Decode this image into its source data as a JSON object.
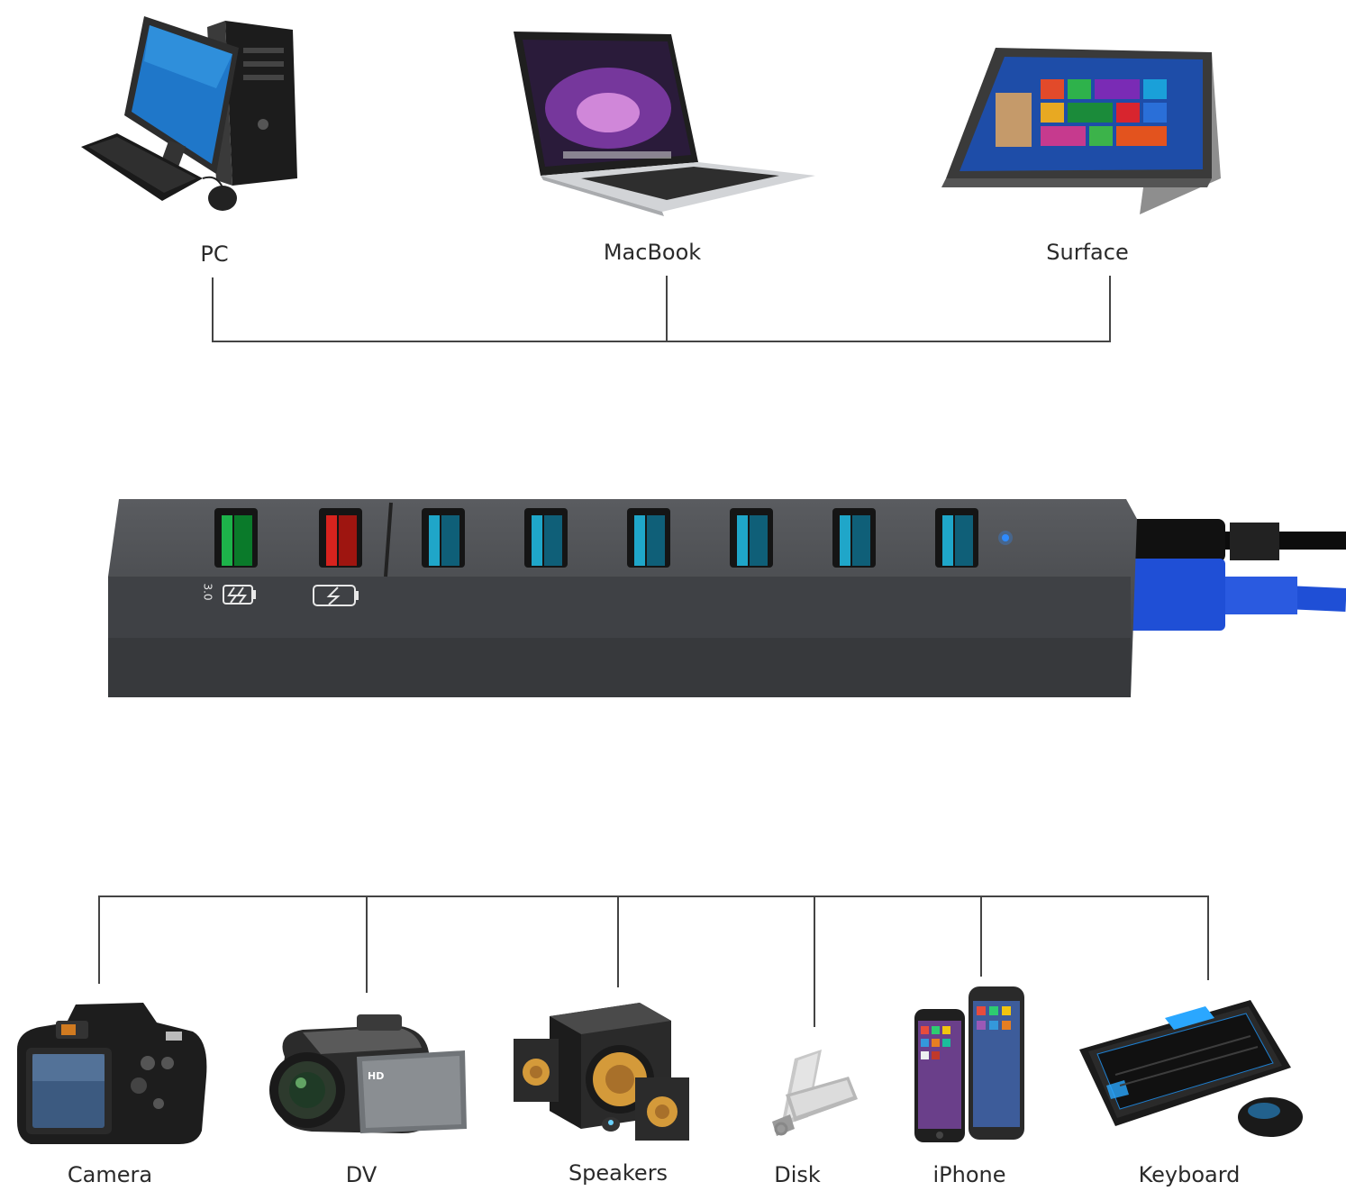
{
  "hosts": [
    {
      "id": "pc",
      "label": "PC",
      "icon": "desktop-pc-icon"
    },
    {
      "id": "macbook",
      "label": "MacBook",
      "icon": "laptop-icon"
    },
    {
      "id": "surface",
      "label": "Surface",
      "icon": "tablet-icon"
    }
  ],
  "hub": {
    "icon": "usb-hub-icon",
    "port_marks": {
      "qc": "3.0"
    },
    "colors": {
      "body": "#3a3c3f",
      "port_green": "#1db34a",
      "port_red": "#d8231e",
      "port_blue": "#1fa6c9",
      "cable_blue": "#1f4fd6",
      "led": "#2f8cff"
    }
  },
  "devices": [
    {
      "id": "camera",
      "label": "Camera",
      "icon": "camera-icon"
    },
    {
      "id": "dv",
      "label": "DV",
      "icon": "camcorder-icon",
      "badge": "HD"
    },
    {
      "id": "speakers",
      "label": "Speakers",
      "icon": "speakers-icon"
    },
    {
      "id": "disk",
      "label": "Disk",
      "icon": "usb-flash-disk-icon"
    },
    {
      "id": "iphone",
      "label": "iPhone",
      "icon": "smartphone-icon"
    },
    {
      "id": "keyboard",
      "label": "Keyboard",
      "icon": "keyboard-mouse-icon"
    }
  ]
}
